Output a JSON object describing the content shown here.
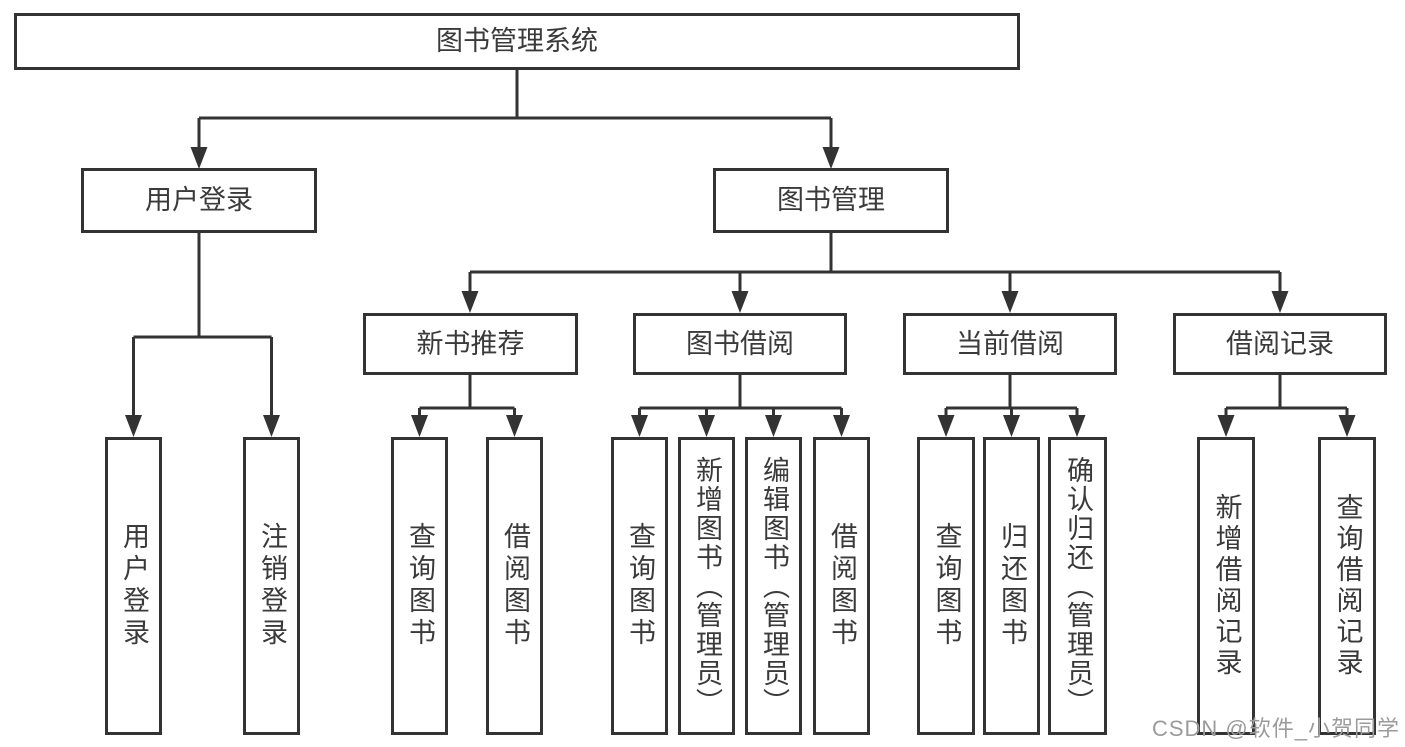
{
  "diagram": {
    "root": "图书管理系统",
    "branches": [
      {
        "label": "用户登录",
        "children": [
          {
            "label": "用户登录"
          },
          {
            "label": "注销登录"
          }
        ]
      },
      {
        "label": "图书管理",
        "children": [
          {
            "label": "新书推荐",
            "children": [
              {
                "label": "查询图书"
              },
              {
                "label": "借阅图书"
              }
            ]
          },
          {
            "label": "图书借阅",
            "children": [
              {
                "label": "查询图书"
              },
              {
                "label": "新增图书（管理员）"
              },
              {
                "label": "编辑图书（管理员）"
              },
              {
                "label": "借阅图书"
              }
            ]
          },
          {
            "label": "当前借阅",
            "children": [
              {
                "label": "查询图书"
              },
              {
                "label": "归还图书"
              },
              {
                "label": "确认归还（管理员）"
              }
            ]
          },
          {
            "label": "借阅记录",
            "children": [
              {
                "label": "新增借阅记录"
              },
              {
                "label": "查询借阅记录"
              }
            ]
          }
        ]
      }
    ]
  },
  "colors": {
    "line": "#333333",
    "text": "#3a3a3a",
    "watermark": "#9b9b9b",
    "background": "#ffffff"
  },
  "watermark": "CSDN @软件_小贺同学"
}
